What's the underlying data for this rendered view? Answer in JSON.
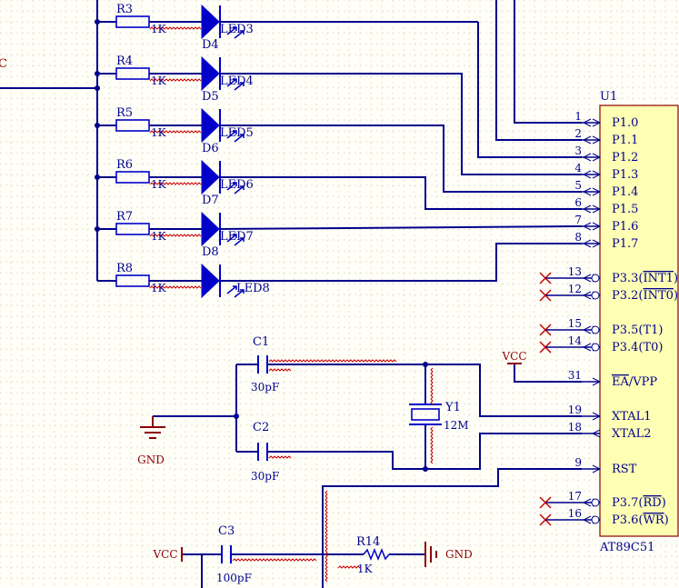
{
  "colors": {
    "background": "#fffff8",
    "grid": "#e6e2d4",
    "wire": "#00008c",
    "component_body": "#0000c8",
    "ref_label": "#00008c",
    "power_label": "#8c0000",
    "pin_number": "#00008c",
    "chip_fill": "#ffffb4",
    "chip_outline": "#8c0000",
    "resistor_zigzag": "#c80000",
    "no_connect": "#c80000"
  },
  "fragments": {
    "vcc_left_edge": "C"
  },
  "led_rows": [
    {
      "resistor": "R3",
      "value": "1K",
      "diode": "D4",
      "led": "LED3"
    },
    {
      "resistor": "R4",
      "value": "1K",
      "diode": "D5",
      "led": "LED4"
    },
    {
      "resistor": "R5",
      "value": "1K",
      "diode": "D6",
      "led": "LED5"
    },
    {
      "resistor": "R6",
      "value": "1K",
      "diode": "D7",
      "led": "LED6"
    },
    {
      "resistor": "R7",
      "value": "1K",
      "diode": "D8",
      "led": "LED7"
    },
    {
      "resistor": "R8",
      "value": "1K",
      "diode": "",
      "led": "LED8"
    }
  ],
  "chip": {
    "ref": "U1",
    "part": "AT89C51",
    "pins": [
      {
        "num": "1",
        "name": "P1.0",
        "kind": "io"
      },
      {
        "num": "2",
        "name": "P1.1",
        "kind": "io"
      },
      {
        "num": "3",
        "name": "P1.2",
        "kind": "io"
      },
      {
        "num": "4",
        "name": "P1.3",
        "kind": "io"
      },
      {
        "num": "5",
        "name": "P1.4",
        "kind": "io"
      },
      {
        "num": "6",
        "name": "P1.5",
        "kind": "io"
      },
      {
        "num": "7",
        "name": "P1.6",
        "kind": "io"
      },
      {
        "num": "8",
        "name": "P1.7",
        "kind": "io"
      },
      {
        "num": "13",
        "name_prefix": "P3.3(",
        "name_bar": "INT1",
        "name_suffix": ")",
        "kind": "io",
        "nc": true
      },
      {
        "num": "12",
        "name_prefix": "P3.2(",
        "name_bar": "INT0",
        "name_suffix": ")",
        "kind": "io",
        "nc": true
      },
      {
        "num": "15",
        "name": "P3.5(T1)",
        "kind": "io",
        "nc": true
      },
      {
        "num": "14",
        "name": "P3.4(T0)",
        "kind": "io",
        "nc": true
      },
      {
        "num": "31",
        "name_bar": "EA",
        "name_suffix": "/VPP",
        "kind": "in"
      },
      {
        "num": "19",
        "name": "XTAL1",
        "kind": "clk"
      },
      {
        "num": "18",
        "name": "XTAL2",
        "kind": "out"
      },
      {
        "num": "9",
        "name": "RST",
        "kind": "in"
      },
      {
        "num": "17",
        "name_prefix": "P3.7(",
        "name_bar": "RD",
        "name_suffix": ")",
        "kind": "io",
        "nc": true
      },
      {
        "num": "16",
        "name_prefix": "P3.6(",
        "name_bar": "WR",
        "name_suffix": ")",
        "kind": "io",
        "nc": true
      }
    ]
  },
  "caps": [
    {
      "ref": "C1",
      "value": "30pF"
    },
    {
      "ref": "C2",
      "value": "30pF"
    },
    {
      "ref": "C3",
      "value": "100pF"
    }
  ],
  "crystal": {
    "ref": "Y1",
    "value": "12M"
  },
  "reset_resistor": {
    "ref": "R14",
    "value": "1K"
  },
  "power": {
    "vcc_ea": "VCC",
    "vcc_c3": "VCC",
    "gnd_caps": "GND",
    "gnd_reset": "GND"
  }
}
